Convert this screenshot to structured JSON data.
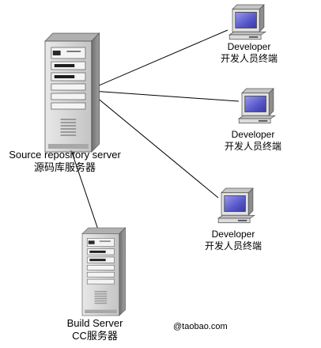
{
  "nodes": {
    "source_server": {
      "label_en": "Source repository server",
      "label_zh": "源码库服务器",
      "icon": "server-tower-icon"
    },
    "build_server": {
      "label_en": "Build Server",
      "label_zh": "CC服务器",
      "icon": "server-tower-icon"
    },
    "developer_1": {
      "label_en": "Developer",
      "label_zh": "开发人员终端",
      "icon": "desktop-computer-icon"
    },
    "developer_2": {
      "label_en": "Developer",
      "label_zh": "开发人员终端",
      "icon": "desktop-computer-icon"
    },
    "developer_3": {
      "label_en": "Developer",
      "label_zh": "开发人员终端",
      "icon": "desktop-computer-icon"
    }
  },
  "edges": [
    {
      "from": "source_server",
      "to": "developer_1"
    },
    {
      "from": "source_server",
      "to": "developer_2"
    },
    {
      "from": "source_server",
      "to": "developer_3"
    },
    {
      "from": "source_server",
      "to": "build_server"
    }
  ],
  "watermark": "@taobao.com",
  "colors": {
    "line": "#000000",
    "server_front": "#d0d0d0",
    "server_side": "#8a8a8a",
    "screen": "#6a6ad8",
    "monitor_body": "#d8d8d8"
  }
}
